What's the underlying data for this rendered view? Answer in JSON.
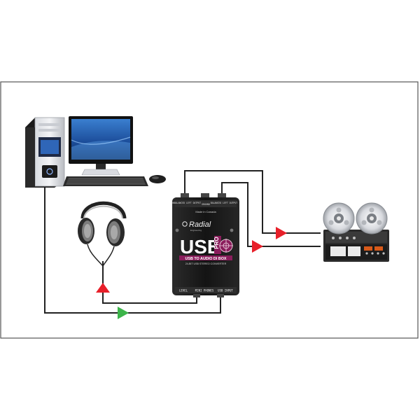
{
  "device": {
    "brand": "Radial",
    "brand_tagline": "Engineering",
    "model": "USB",
    "model_suffix": "PRO",
    "subtitle": "USB TO AUDIO DI BOX",
    "subtitle2": "24-BIT USB STEREO CONVERTER",
    "made_in": "Made in Canada",
    "top_left_label": "UNBALANCED\nLEFT OUTPUT",
    "top_mid_label": "GROUND",
    "top_right_label": "BALANCED\nLEFT OUTPUT",
    "bottom_left_label": "LEVEL",
    "bottom_mid_label": "MINI PHONES",
    "bottom_right_label": "USB INPUT"
  },
  "colors": {
    "frame": "#555555",
    "cable": "#222222",
    "arrow_red": "#e8202a",
    "arrow_green": "#3cb54a",
    "device_body": "#1c1c1c",
    "device_accent": "#8a1d5c"
  },
  "icons": {
    "computer": "desktop-computer-icon",
    "headphones": "headphones-icon",
    "reel_to_reel": "reel-to-reel-recorder-icon"
  }
}
